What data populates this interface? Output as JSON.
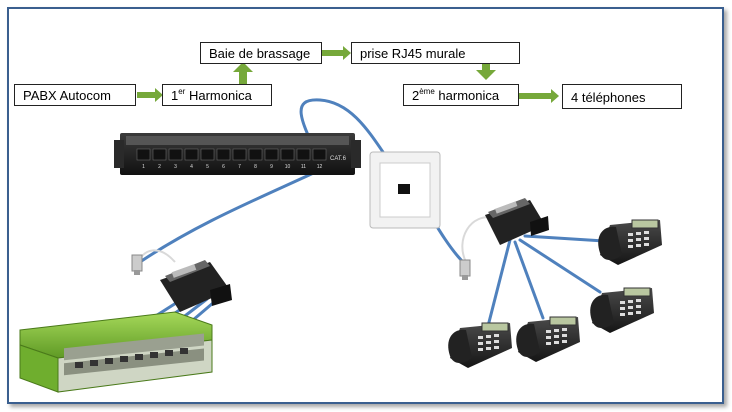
{
  "boxes": {
    "pabx": "PABX Autocom",
    "harmonica1_num": "1",
    "harmonica1_sup": "er",
    "harmonica1_label": " Harmonica",
    "baie": "Baie de brassage",
    "prise": "prise RJ45 murale",
    "harmonica2_num": "2",
    "harmonica2_sup": "ème",
    "harmonica2_label": " harmonica",
    "phones": "4 téléphones"
  },
  "patch_panel": {
    "label": "CAT.6",
    "port_numbers": [
      "1",
      "2",
      "3",
      "4",
      "5",
      "6",
      "7",
      "8",
      "9",
      "10",
      "11",
      "12"
    ]
  },
  "colors": {
    "frame": "#3a5f8f",
    "arrow": "#76a83a",
    "cable": "#4f81bd",
    "pabx_accent": "#8cc63f"
  }
}
